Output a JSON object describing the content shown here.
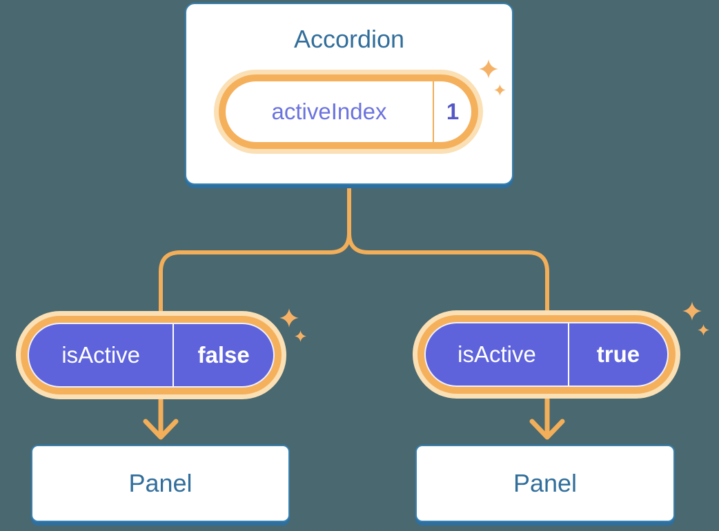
{
  "accordion": {
    "title": "Accordion",
    "state": {
      "name": "activeIndex",
      "value": "1"
    }
  },
  "branches": [
    {
      "prop_name": "isActive",
      "prop_value": "false",
      "panel_label": "Panel"
    },
    {
      "prop_name": "isActive",
      "prop_value": "true",
      "panel_label": "Panel"
    }
  ],
  "icons": {
    "sparkle": "four-point-star"
  },
  "colors": {
    "background": "#4A6870",
    "connector_orange": "#F2AE58",
    "pill_ring_orange": "#F5B05C",
    "pill_glow_cream": "#FAE0B4",
    "pill_purple": "#5E63DC",
    "heading_blue": "#316E9B",
    "state_name_purple": "#6B73DE",
    "state_value_indigo": "#5457C4",
    "box_border_blue": "#3781B1",
    "box_shadow_blue": "#2D6F9F",
    "sparkle_orange": "#F5B266"
  }
}
